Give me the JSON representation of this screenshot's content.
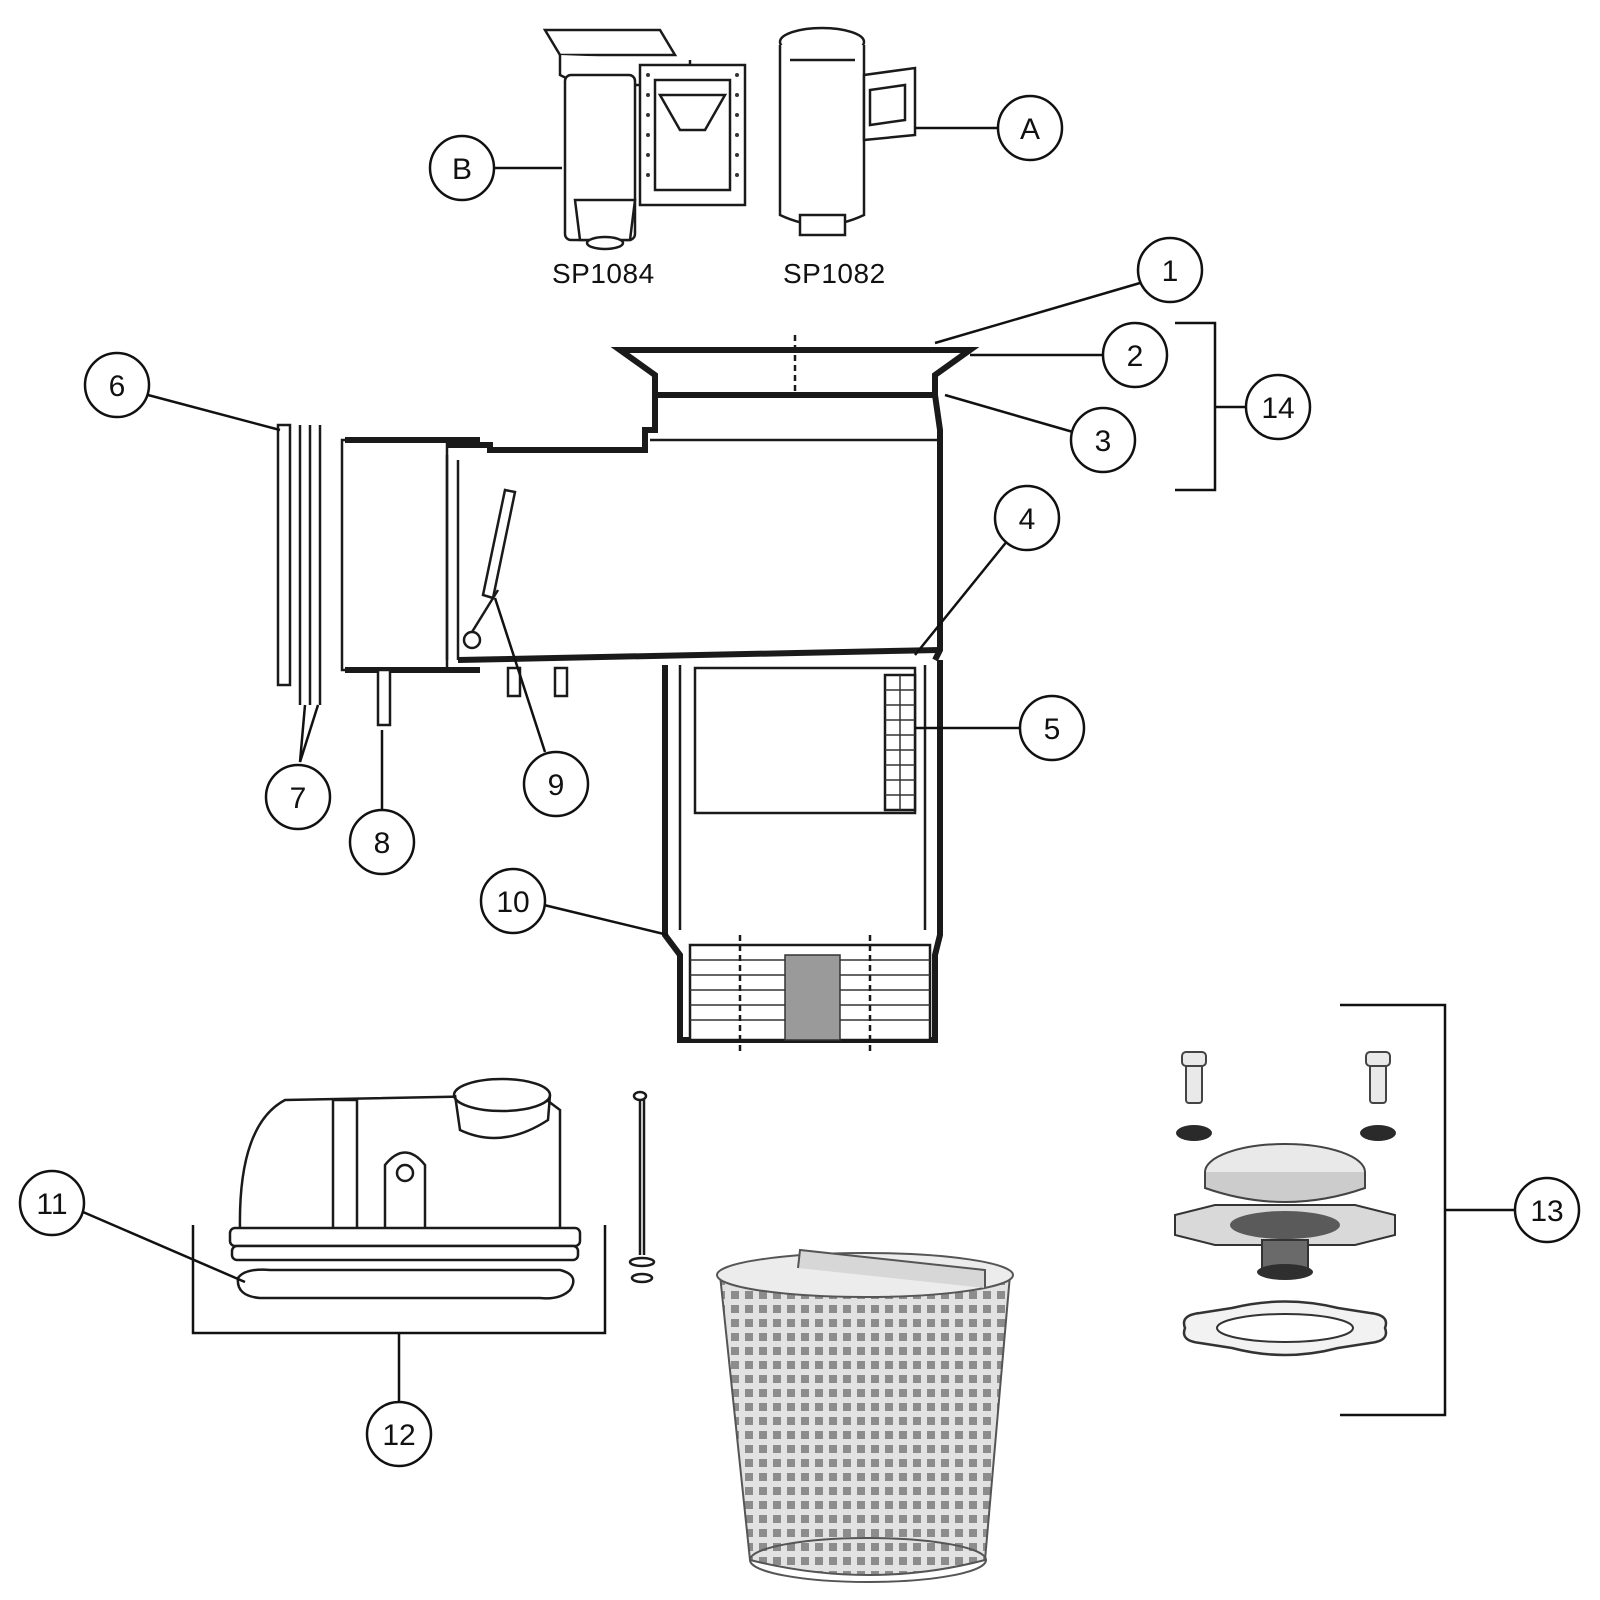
{
  "models": [
    {
      "id": "B",
      "name": "SP1084"
    },
    {
      "id": "A",
      "name": "SP1082"
    }
  ],
  "callouts": [
    "1",
    "2",
    "3",
    "4",
    "5",
    "6",
    "7",
    "8",
    "9",
    "10",
    "11",
    "12",
    "13",
    "14",
    "A",
    "B"
  ]
}
